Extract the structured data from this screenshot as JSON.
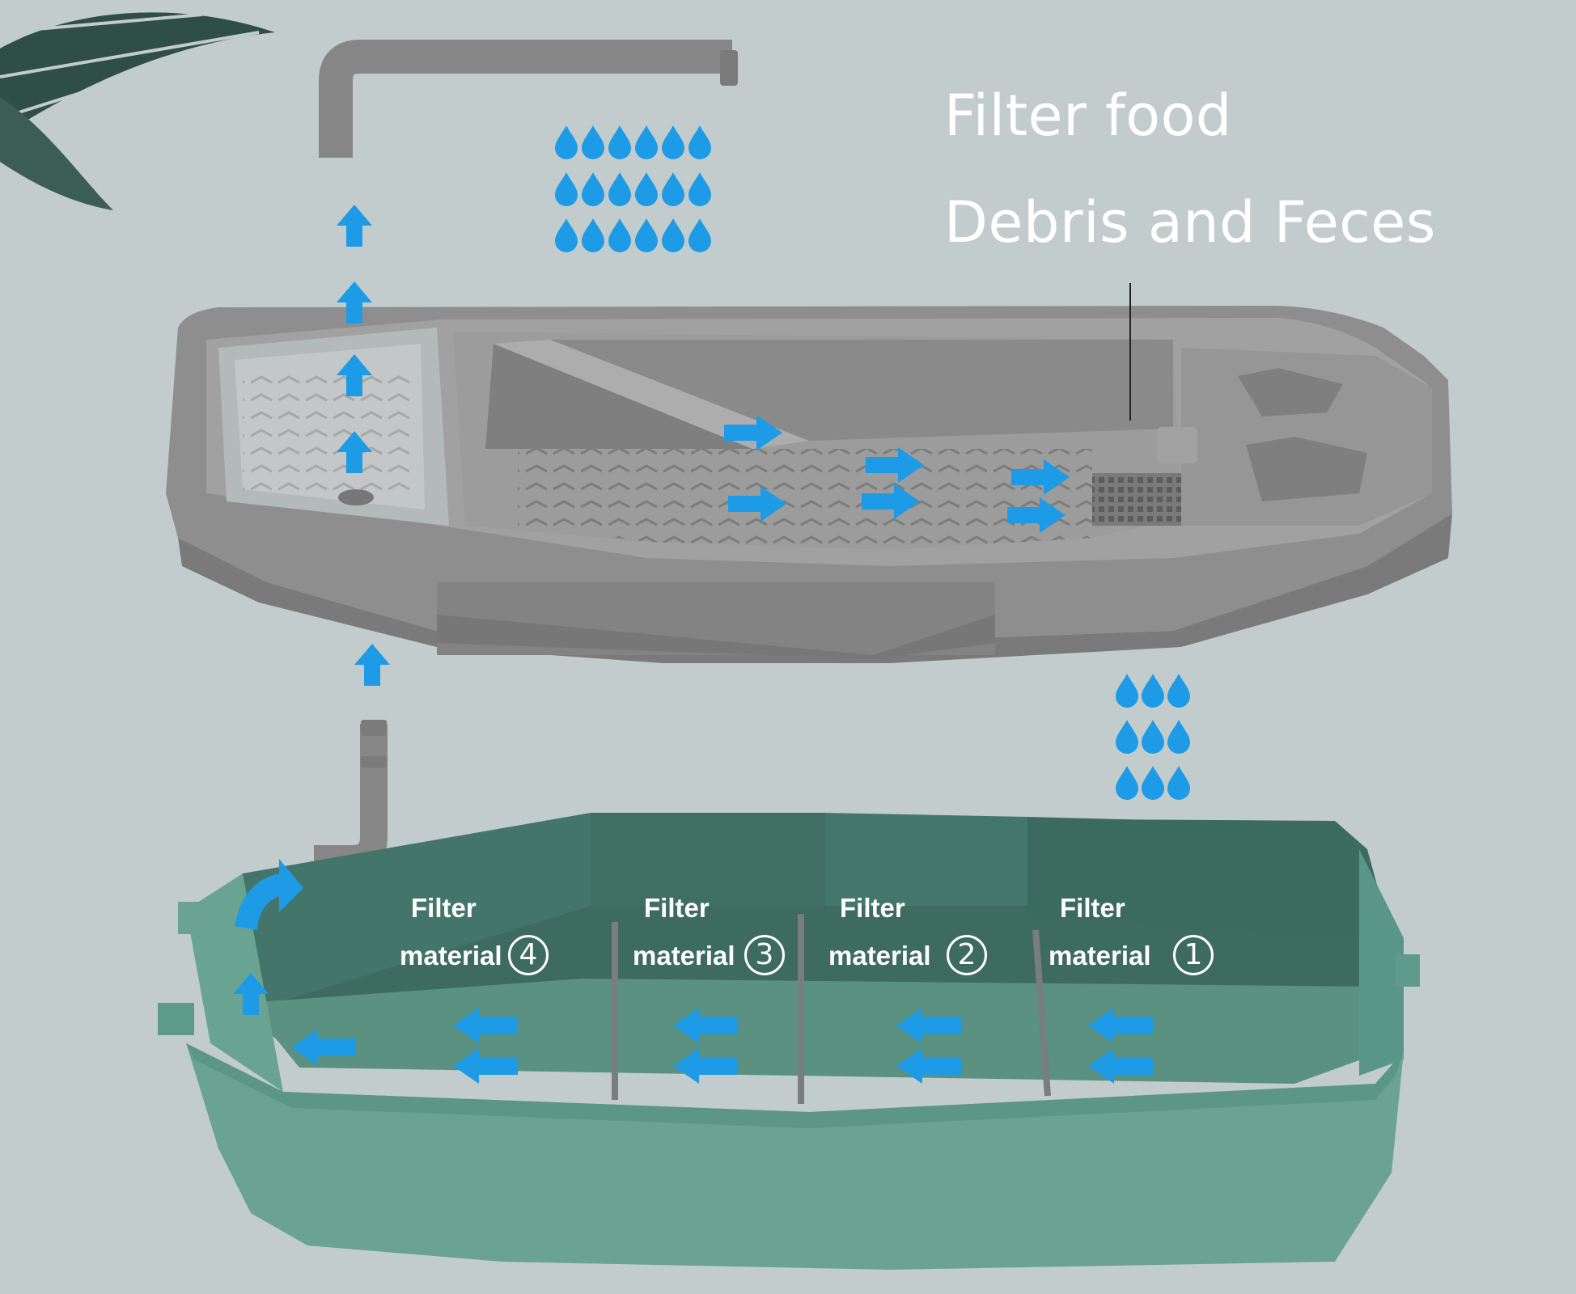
{
  "labels": {
    "filter_food": "Filter food",
    "debris_and_feces": "Debris and Feces"
  },
  "chambers": [
    {
      "line1": "Filter",
      "line2": "material",
      "number": "4"
    },
    {
      "line1": "Filter",
      "line2": "material",
      "number": "3"
    },
    {
      "line1": "Filter",
      "line2": "material",
      "number": "2"
    },
    {
      "line1": "Filter",
      "line2": "material",
      "number": "1"
    }
  ],
  "colors": {
    "background": "#c2cccc",
    "top_tray": "#8d8d8d",
    "bottom_tank": "#5f9585",
    "flow_arrow": "#1e9be6",
    "label_text": "#ffffff"
  },
  "icons": {
    "flow": "arrow-icon",
    "water": "water-drop-icon",
    "plant": "palm-leaf-icon"
  }
}
